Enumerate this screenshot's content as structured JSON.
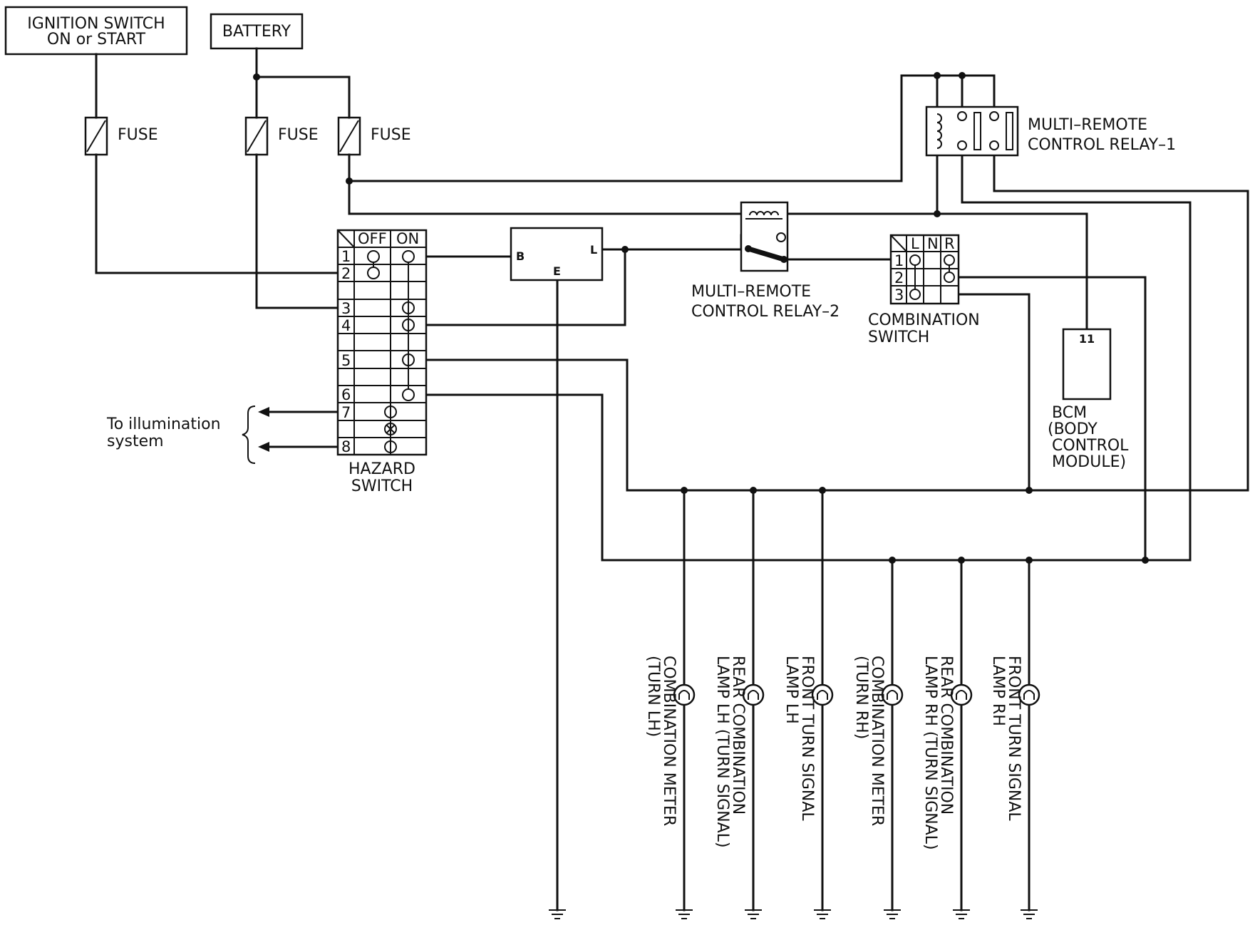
{
  "labels": {
    "ignition_line1": "IGNITION SWITCH",
    "ignition_line2": "ON or START",
    "battery": "BATTERY",
    "fuse": "FUSE",
    "relay1_line1": "MULTI–REMOTE",
    "relay1_line2": "CONTROL RELAY–1",
    "relay2_line1": "MULTI–REMOTE",
    "relay2_line2": "CONTROL RELAY–2",
    "combo_line1": "COMBINATION",
    "combo_line2": "SWITCH",
    "hazard_line1": "HAZARD",
    "hazard_line2": "SWITCH",
    "illum_line1": "To illumination",
    "illum_line2": "system",
    "bcm_line1": "BCM",
    "bcm_line2": "(BODY",
    "bcm_line3": "CONTROL",
    "bcm_line4": "MODULE)",
    "bcm_pin": "11",
    "flasher_b": "B",
    "flasher_l": "L",
    "flasher_e": "E"
  },
  "hazard_switch": {
    "col_off": "OFF",
    "col_on": "ON",
    "rows": [
      "1",
      "2",
      "3",
      "4",
      "5",
      "6",
      "7",
      "8"
    ]
  },
  "combination_switch": {
    "cols": [
      "L",
      "N",
      "R"
    ],
    "rows": [
      "1",
      "2",
      "3"
    ]
  },
  "lamps": [
    {
      "line1": "COMBINATION METER",
      "line2": "(TURN LH)"
    },
    {
      "line1": "REAR COMBINATION",
      "line2": "LAMP LH (TURN SIGNAL)"
    },
    {
      "line1": "FRONT TURN SIGNAL",
      "line2": "LAMP LH"
    },
    {
      "line1": "COMBINATION METER",
      "line2": "(TURN RH)"
    },
    {
      "line1": "REAR COMBINATION",
      "line2": "LAMP RH (TURN SIGNAL)"
    },
    {
      "line1": "FRONT TURN SIGNAL",
      "line2": "LAMP RH"
    }
  ]
}
